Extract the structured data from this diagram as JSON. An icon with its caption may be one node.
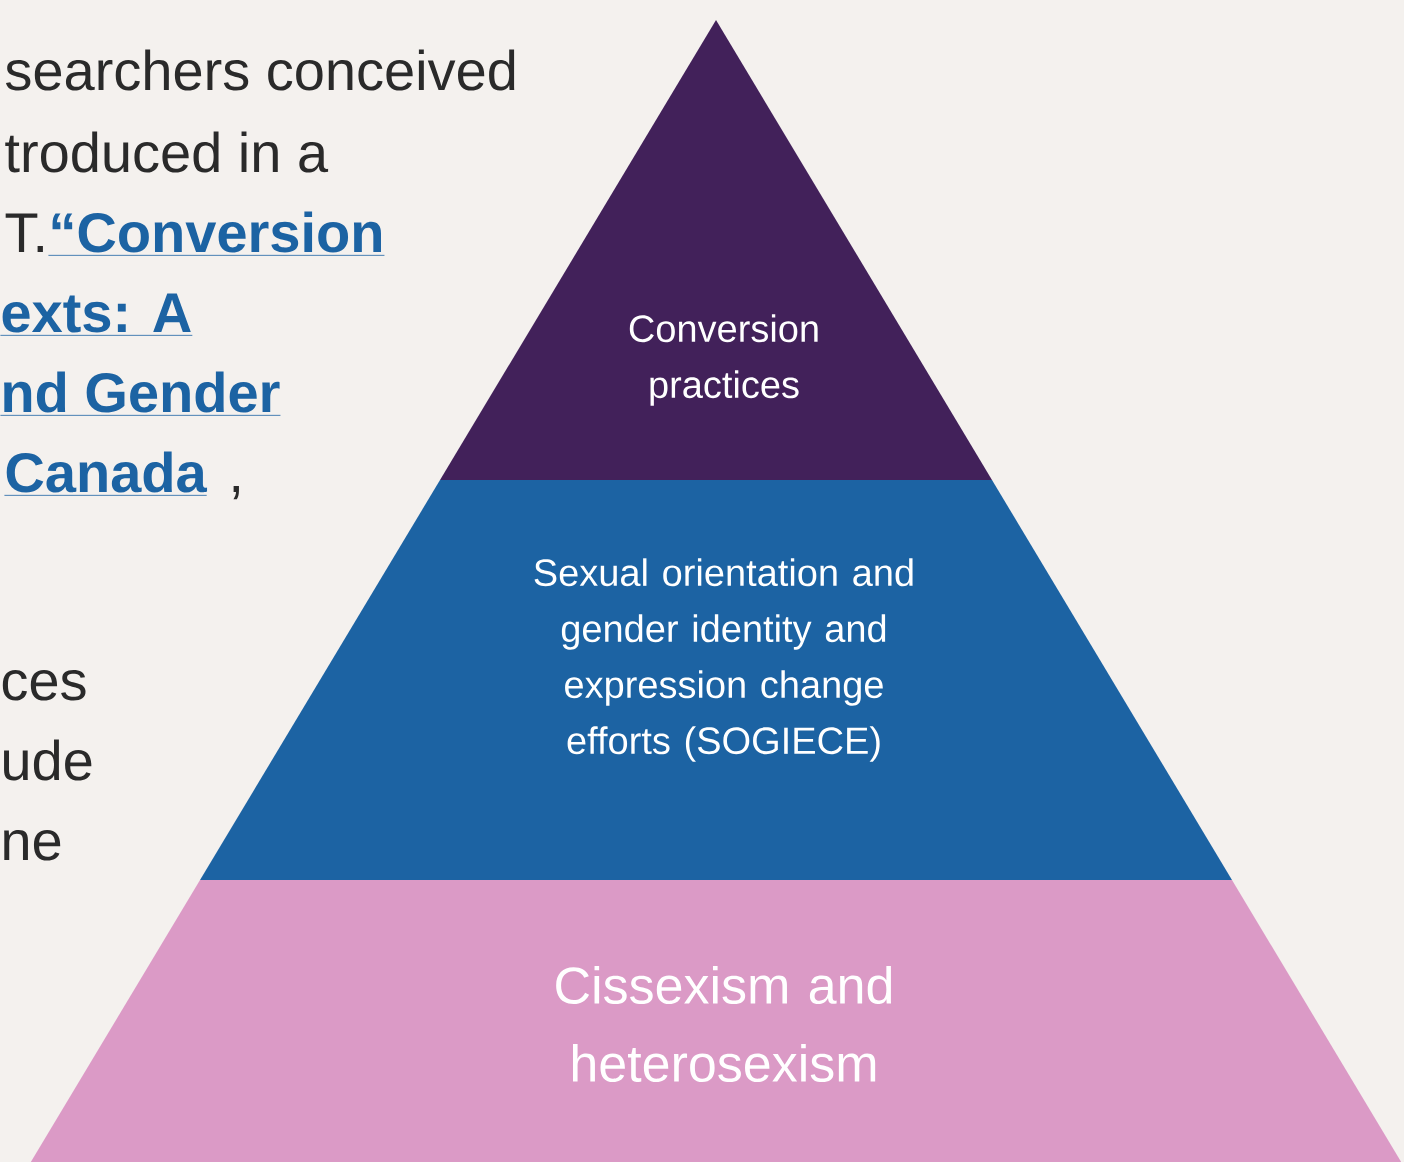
{
  "diagram": {
    "nodes": [
      {
        "text": [
          "Conversion practices"
        ]
      },
      {
        "text": [
          "Sexual orientation and gender identity and expression change efforts (SOGIECE)"
        ]
      },
      {
        "text": [
          "Cissexism and heterosexism"
        ]
      }
    ],
    "labels": [
      "searchers conceived",
      "troduced in a",
      "T.",
      "“Conversion",
      "exts: A",
      "nd Gender",
      "Canada",
      ",",
      "ces",
      "ude",
      "ne"
    ]
  }
}
